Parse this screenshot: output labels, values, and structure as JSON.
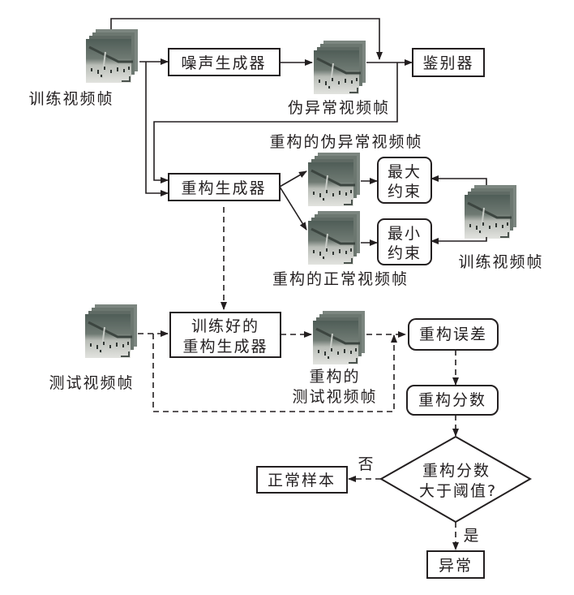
{
  "nodes": {
    "noise_generator": "噪声生成器",
    "discriminator": "鉴别器",
    "recon_generator": "重构生成器",
    "max_constraint_1": "最大",
    "max_constraint_2": "约束",
    "min_constraint_1": "最小",
    "min_constraint_2": "约束",
    "trained_generator_1": "训练好的",
    "trained_generator_2": "重构生成器",
    "recon_error": "重构误差",
    "recon_score": "重构分数",
    "decision_1": "重构分数",
    "decision_2": "大于阈值?",
    "normal_sample": "正常样本",
    "anomaly": "异常"
  },
  "labels": {
    "training_frames_left": "训练视频帧",
    "pseudo_anomaly_frames": "伪异常视频帧",
    "recon_pseudo_anomaly_frames": "重构的伪异常视频帧",
    "recon_normal_frames": "重构的正常视频帧",
    "training_frames_right": "训练视频帧",
    "test_frames": "测试视频帧",
    "recon_test_frames_1": "重构的",
    "recon_test_frames_2": "测试视频帧",
    "no": "否",
    "yes": "是"
  },
  "colors": {
    "line": "#231f20",
    "frame_dark": "#5a6660",
    "frame_light": "#d9dbd6"
  }
}
